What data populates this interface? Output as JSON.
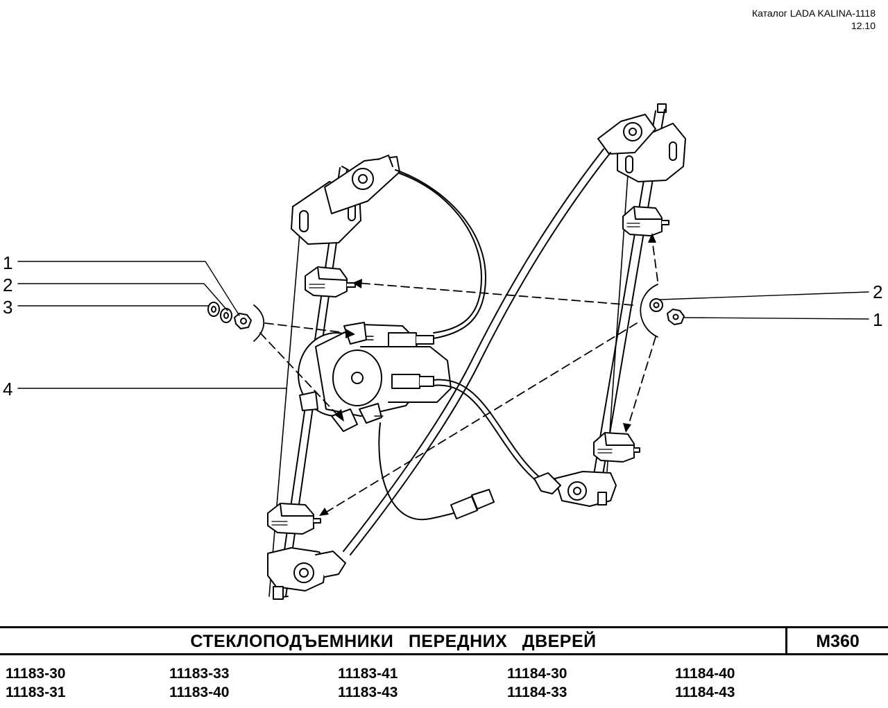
{
  "header": {
    "catalog": "Каталог LADA KALINA-1118",
    "date": "12.10"
  },
  "callouts": {
    "left": [
      "1",
      "2",
      "3",
      "4"
    ],
    "right": [
      "2",
      "1"
    ]
  },
  "title": "СТЕКЛОПОДЪЕМНИКИ ПЕРЕДНИХ ДВЕРЕЙ",
  "code": "М360",
  "models": [
    [
      "11183-30",
      "11183-31"
    ],
    [
      "11183-33",
      "11183-40"
    ],
    [
      "11183-41",
      "11183-43"
    ],
    [
      "11184-30",
      "11184-33"
    ],
    [
      "11184-40",
      "11184-43"
    ]
  ]
}
